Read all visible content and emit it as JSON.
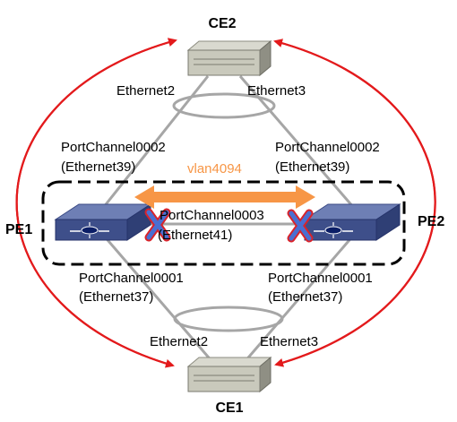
{
  "nodes": {
    "ce2": {
      "label": "CE2"
    },
    "ce1": {
      "label": "CE1"
    },
    "pe1": {
      "label": "PE1"
    },
    "pe2": {
      "label": "PE2"
    }
  },
  "labels": {
    "ce2_left_port": "Ethernet2",
    "ce2_right_port": "Ethernet3",
    "ce1_left_port": "Ethernet2",
    "ce1_right_port": "Ethernet3",
    "pe1_up_pc": "PortChannel0002",
    "pe1_up_eth": "(Ethernet39)",
    "pe2_up_pc": "PortChannel0002",
    "pe2_up_eth": "(Ethernet39)",
    "peer_pc": "PortChannel0003",
    "peer_eth": "(Ethernet41)",
    "pe1_down_pc": "PortChannel0001",
    "pe1_down_eth": "(Ethernet37)",
    "pe2_down_pc": "PortChannel0001",
    "pe2_down_eth": "(Ethernet37)",
    "vlan": "vlan4094"
  },
  "colors": {
    "link": "#a6a6a6",
    "flow": "#e31a1c",
    "vlan_arrow": "#f79646",
    "switch_top": "#6e7fb5",
    "switch_side": "#2f3f75",
    "fail_cross": "#4a6fd1",
    "fail_outline": "#d9232a"
  }
}
